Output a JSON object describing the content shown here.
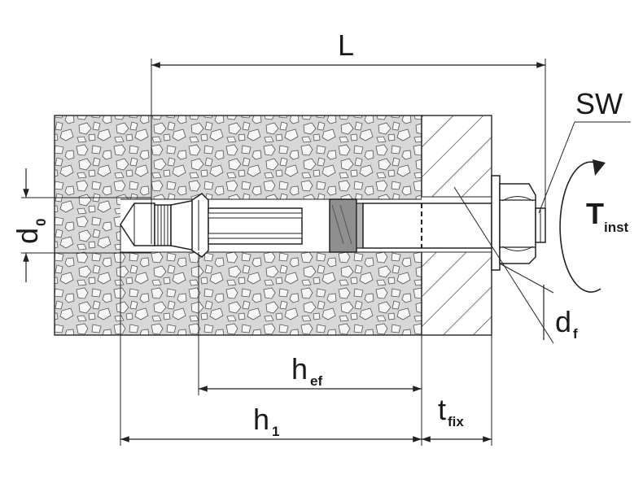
{
  "labels": {
    "L": "L",
    "SW": "SW",
    "T": "T",
    "T_sub": "inst",
    "d0": "d",
    "d0_sub": "0",
    "df": "d",
    "df_sub": "f",
    "hef": "h",
    "hef_sub": "ef",
    "h1": "h",
    "h1_sub": "1",
    "tfix": "t",
    "tfix_sub": "fix"
  },
  "colors": {
    "line": "#222222",
    "concrete_fill": "#d6d6d6",
    "cone_fill": "#8f8f8f",
    "background": "#ffffff"
  }
}
